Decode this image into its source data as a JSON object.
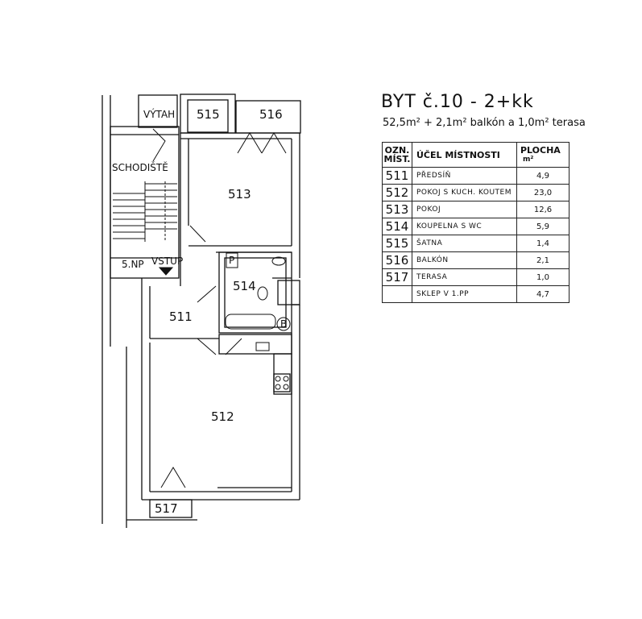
{
  "plan": {
    "label_vytah": "VÝTAH",
    "label_schodiste": "SCHODIŠTĚ",
    "label_floor": "5.NP",
    "label_vstup": "VSTUP",
    "label_p": "P",
    "label_b": "B",
    "rooms": {
      "r511": "511",
      "r512": "512",
      "r513": "513",
      "r514": "514",
      "r515": "515",
      "r516": "516",
      "r517": "517"
    }
  },
  "header": {
    "title": "BYT č.10 - 2+kk",
    "subtitle": "52,5m² + 2,1m² balkón a 1,0m² terasa"
  },
  "table": {
    "head": {
      "col1": "OZN. MÍST.",
      "col2": "ÚČEL MÍSTNOSTI",
      "col3": "PLOCHA",
      "unit": "m²"
    },
    "rows": [
      {
        "num": "511",
        "use": "PŘEDSÍŇ",
        "area": "4,9"
      },
      {
        "num": "512",
        "use": "POKOJ S KUCH. KOUTEM",
        "area": "23,0"
      },
      {
        "num": "513",
        "use": "POKOJ",
        "area": "12,6"
      },
      {
        "num": "514",
        "use": "KOUPELNA S WC",
        "area": "5,9"
      },
      {
        "num": "515",
        "use": "ŠATNA",
        "area": "1,4"
      },
      {
        "num": "516",
        "use": "BALKÓN",
        "area": "2,1"
      },
      {
        "num": "517",
        "use": "TERASA",
        "area": "1,0"
      },
      {
        "num": "",
        "use": "SKLEP V 1.PP",
        "area": "4,7"
      }
    ]
  }
}
